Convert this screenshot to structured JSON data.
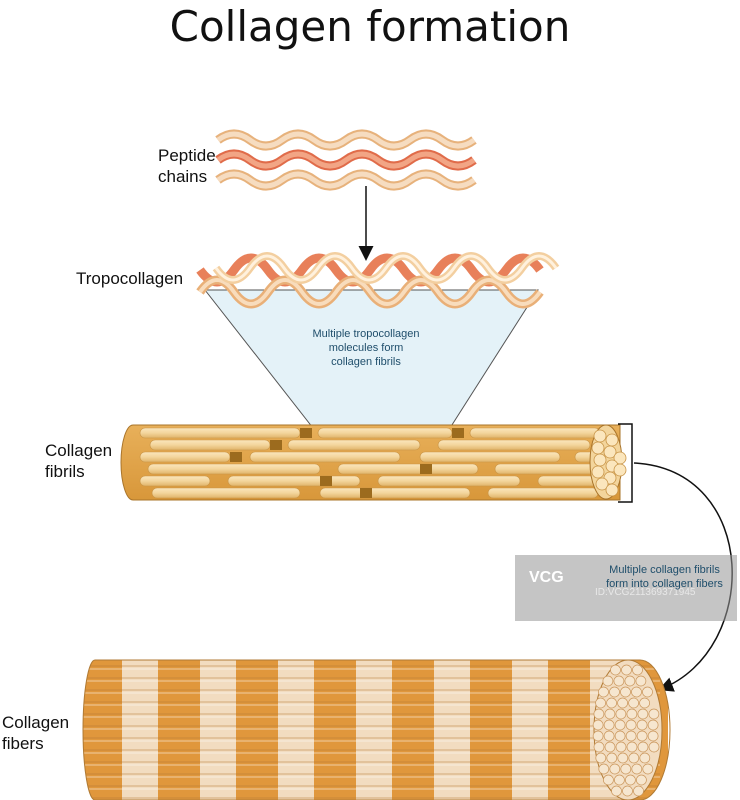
{
  "title": "Collagen formation",
  "labels": {
    "peptide": [
      "Peptide",
      "chains"
    ],
    "tropocollagen": "Tropocollagen",
    "fibrils": [
      "Collagen",
      "fibrils"
    ],
    "fibers": [
      "Collagen",
      "fibers"
    ]
  },
  "notes": {
    "tropo_to_fibrils": [
      "Multiple tropocollagen",
      "molecules form",
      "collagen fibrils"
    ],
    "fibrils_to_fibers": [
      "Multiple collagen fibrils",
      "form into collagen fibers"
    ]
  },
  "watermark": {
    "logo": "VCG",
    "id": "ID:VCG211369371945"
  },
  "colors": {
    "chain_light": "#f4c99a",
    "chain_red": "#e8805a",
    "fibril_light": "#f3d59c",
    "fibril_dark": "#e5a947",
    "gap": "#9c6b1e",
    "fiber_dark": "#e0973c",
    "fiber_light": "#f2dcc0",
    "trapezoid": "#e4f2f8"
  }
}
